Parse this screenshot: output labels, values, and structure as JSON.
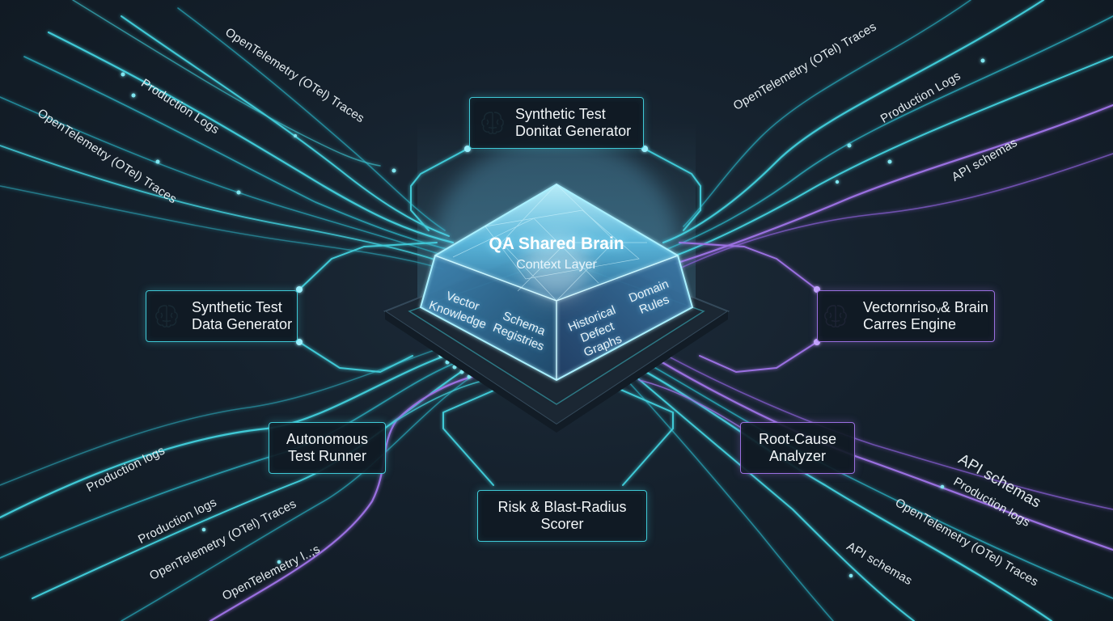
{
  "core": {
    "title": "QA Shared Brain",
    "subtitle": "Context Layer",
    "faces": {
      "vector_knowledge": [
        "Vector",
        "Knowledge"
      ],
      "schema_registries": [
        "Schema",
        "Registries"
      ],
      "historical_defect_graphs": [
        "Historical",
        "Defect",
        "Graphs"
      ],
      "domain_rules": [
        "Domain",
        "Rules"
      ]
    }
  },
  "nodes": {
    "synthetic_top": {
      "line1": "Synthetic Test",
      "line2": "Donitat Generator",
      "icon": "brain-icon"
    },
    "synthetic_left": {
      "line1": "Synthetic Test",
      "line2": "Data Generator",
      "icon": "brain-icon"
    },
    "vector_right": {
      "line1": "Vectornrisoᵥ& Brain",
      "line2": "Carres Engine",
      "icon": "brain-icon"
    },
    "autonomous_runner": {
      "line1": "Autonomous",
      "line2": "Test Runner"
    },
    "root_cause": {
      "line1": "Root-Cause",
      "line2": "Analyzer"
    },
    "risk_scorer": {
      "line1": "Risk & Blast-Radius",
      "line2": "Scorer"
    }
  },
  "streams": {
    "tl_otel_top": "OpenTelemetry (OTel) Traces",
    "tl_logs": "Production Logs",
    "tl_otel": "OpenTelemetry (OTel) Traces",
    "tr_otel": "OpenTelemetry (OTel) Traces",
    "tr_logs": "Production Logs",
    "tr_api": "API schemas",
    "bl_logs1": "Production logs",
    "bl_logs2": "Production logs",
    "bl_otel": "OpenTelemetry (OTel) Traces",
    "bl_otel2": "OpenTelemetry l..;s",
    "br_api_big": "API schemas",
    "br_logs": "Production logs",
    "br_otel": "OpenTelemetry (OTel) Traces",
    "br_api": "API schemas"
  },
  "colors": {
    "cyan": "#3fc9d6",
    "purple": "#9a6fe0",
    "background": "#15212d"
  }
}
